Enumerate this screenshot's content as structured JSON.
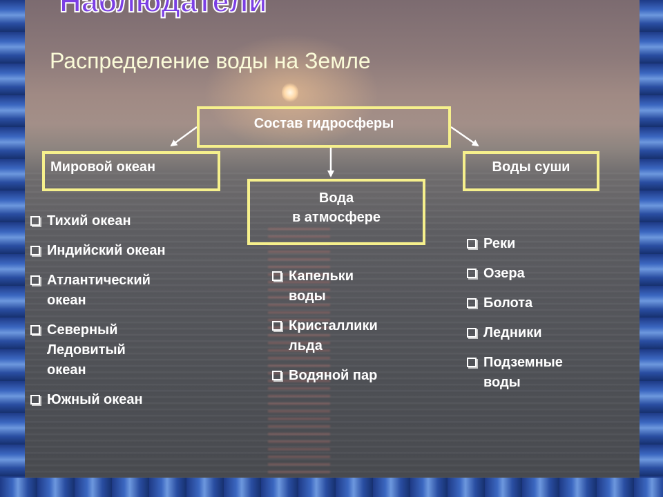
{
  "heading": "Наблюдатели",
  "title": "Распределение воды на Земле",
  "diagram": {
    "root": "Состав гидросферы",
    "branches": [
      {
        "label": "Мировой океан",
        "items": [
          "Тихий океан",
          "Индийский океан",
          "Атлантический океан",
          "Северный Ледовитый океан",
          "Южный океан"
        ]
      },
      {
        "label_line1": "Вода",
        "label_line2": "в атмосфере",
        "items": [
          "Капельки воды",
          "Кристаллики льда",
          "Водяной пар"
        ]
      },
      {
        "label": "Воды суши",
        "items": [
          "Реки",
          "Озера",
          "Болота",
          "Ледники",
          "Подземные воды"
        ]
      }
    ]
  },
  "colors": {
    "box_border": "#f6f08c",
    "text": "#ffffff",
    "title_text": "#fbfbd8",
    "heading_fill": "#7b3fe4"
  },
  "icons": {
    "bullet": "checkbox-bullet-icon",
    "connector": "arrow-icon"
  }
}
